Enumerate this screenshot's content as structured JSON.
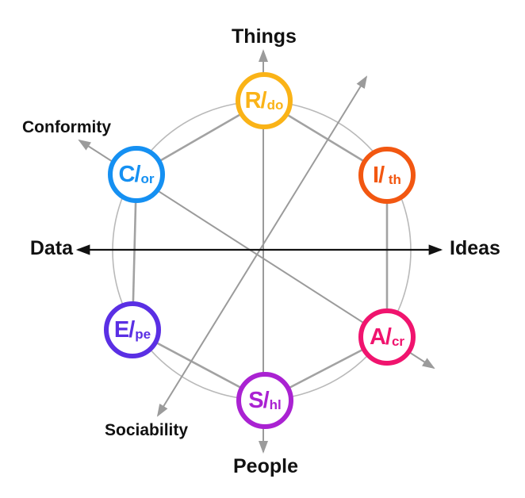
{
  "axis_labels": {
    "top": "Things",
    "bottom": "People",
    "left": "Data",
    "right": "Ideas",
    "upper_left": "Conformity",
    "lower_left": "Sociability"
  },
  "nodes": {
    "realistic": {
      "code": "R/",
      "sub": "do",
      "color": "#fab317"
    },
    "investigative": {
      "code": "I/",
      "sub": " th",
      "color": "#f25711"
    },
    "artistic": {
      "code": "A/",
      "sub": "cr",
      "color": "#f0146e"
    },
    "social": {
      "code": "S/",
      "sub": "hl",
      "color": "#aa22d2"
    },
    "enterprising": {
      "code": "E/",
      "sub": "pe",
      "color": "#5a2fe4"
    },
    "conventional": {
      "code": "C/",
      "sub": "or",
      "color": "#1590f2"
    }
  },
  "colors": {
    "gray_axis": "#9b9b9b",
    "black_axis": "#111111",
    "ring": "#b9b9b9",
    "hexagon": "#a2a2a2",
    "label_text": "#111111",
    "node_fill": "#ffffff"
  }
}
